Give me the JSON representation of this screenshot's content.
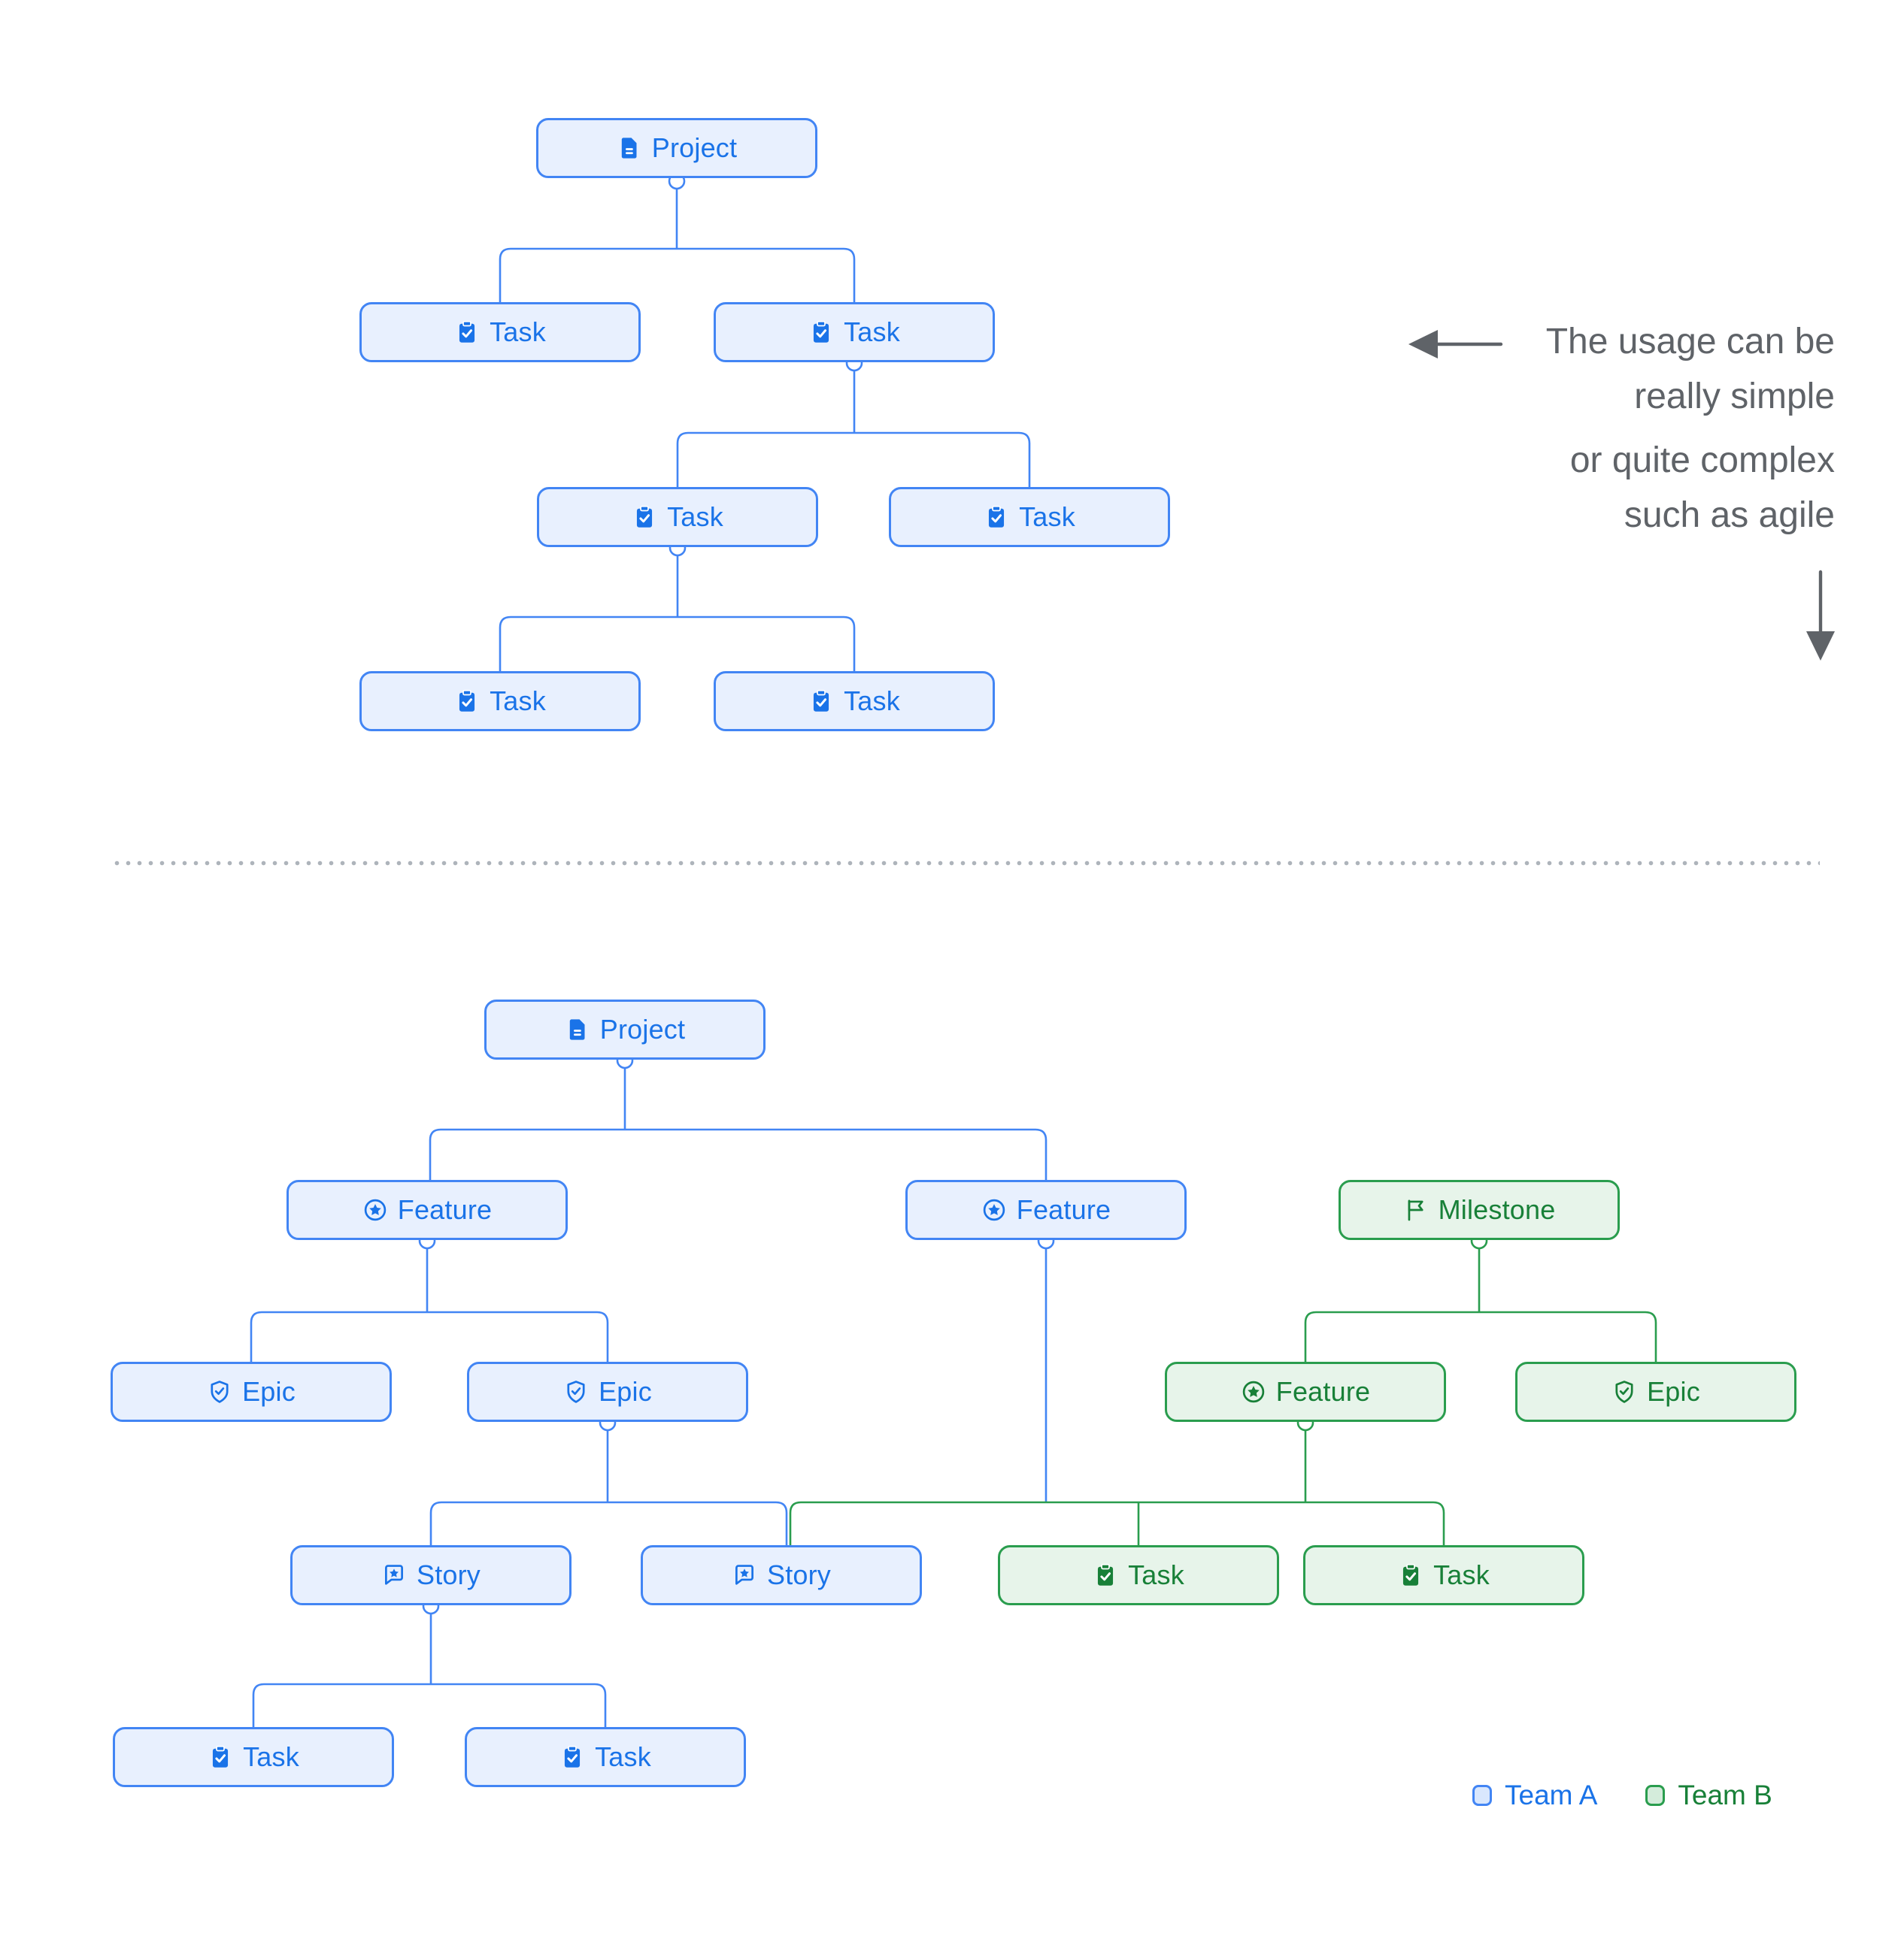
{
  "simple_tree": {
    "nodes": [
      {
        "label": "Project",
        "type": "project",
        "team": "A"
      },
      {
        "label": "Task",
        "type": "task",
        "team": "A"
      },
      {
        "label": "Task",
        "type": "task",
        "team": "A"
      },
      {
        "label": "Task",
        "type": "task",
        "team": "A"
      },
      {
        "label": "Task",
        "type": "task",
        "team": "A"
      },
      {
        "label": "Task",
        "type": "task",
        "team": "A"
      },
      {
        "label": "Task",
        "type": "task",
        "team": "A"
      }
    ]
  },
  "complex_tree": {
    "nodes": [
      {
        "label": "Project",
        "type": "project",
        "team": "A"
      },
      {
        "label": "Feature",
        "type": "feature",
        "team": "A"
      },
      {
        "label": "Feature",
        "type": "feature",
        "team": "A"
      },
      {
        "label": "Milestone",
        "type": "milestone",
        "team": "B"
      },
      {
        "label": "Epic",
        "type": "epic",
        "team": "A"
      },
      {
        "label": "Epic",
        "type": "epic",
        "team": "A"
      },
      {
        "label": "Feature",
        "type": "feature",
        "team": "B"
      },
      {
        "label": "Epic",
        "type": "epic",
        "team": "B"
      },
      {
        "label": "Story",
        "type": "story",
        "team": "A"
      },
      {
        "label": "Story",
        "type": "story",
        "team": "A"
      },
      {
        "label": "Task",
        "type": "task",
        "team": "B"
      },
      {
        "label": "Task",
        "type": "task",
        "team": "B"
      },
      {
        "label": "Task",
        "type": "task",
        "team": "A"
      },
      {
        "label": "Task",
        "type": "task",
        "team": "A"
      }
    ]
  },
  "annotation": {
    "l1": "The usage can be",
    "l2": "really simple",
    "l3": "or quite complex",
    "l4": "such as agile"
  },
  "legend": {
    "team_a": "Team A",
    "team_b": "Team B"
  },
  "colors": {
    "team_a_border": "#4285f4",
    "team_a_fill": "#e8f0fe",
    "team_a_text": "#1a73e8",
    "team_b_border": "#2a9d4e",
    "team_b_fill": "#e7f4ea",
    "team_b_text": "#188038",
    "annotation_gray": "#5f6368"
  }
}
